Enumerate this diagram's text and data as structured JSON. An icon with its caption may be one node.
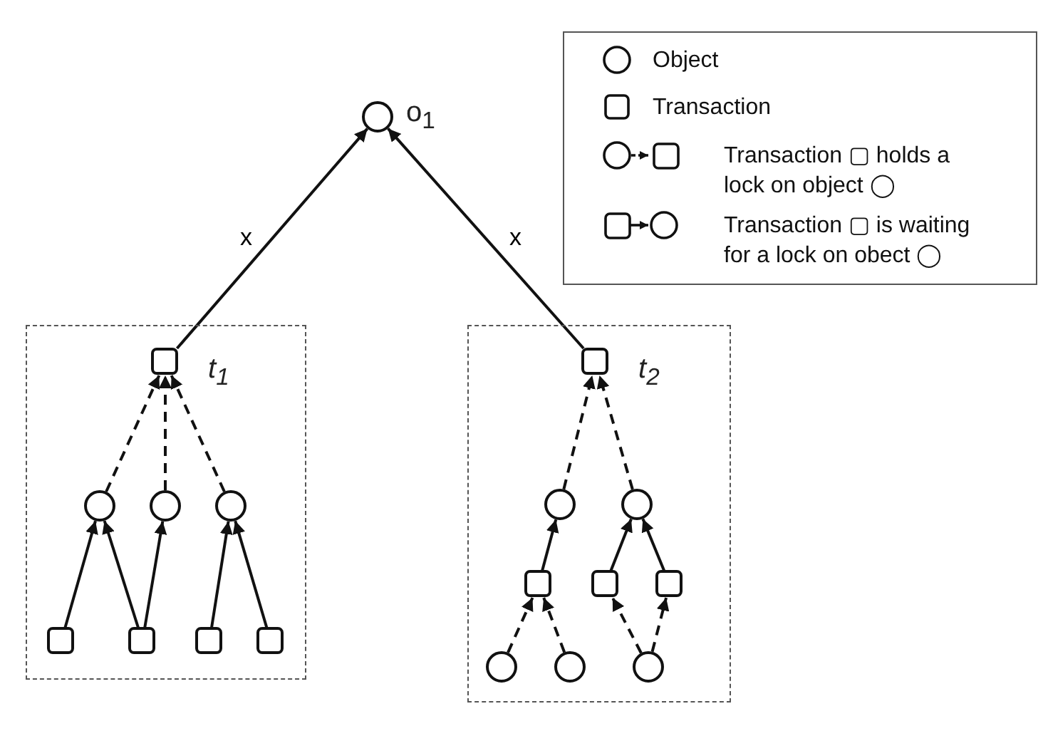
{
  "diagram": {
    "nodes": [
      {
        "text": [],
        "shape": "circle",
        "beside": [
          "o$_{1}$"
        ]
      },
      {
        "text": [],
        "shape": "box"
      },
      {
        "text": [],
        "shape": "box",
        "in": 1,
        "beside": [
          "t$_{1}$"
        ]
      },
      {
        "text": [],
        "shape": "circle",
        "in": 1
      },
      {
        "text": [],
        "shape": "circle",
        "in": 1
      },
      {
        "text": [],
        "shape": "circle",
        "in": 1
      },
      {
        "text": [],
        "shape": "box",
        "in": 1
      },
      {
        "text": [],
        "shape": "box",
        "in": 1
      },
      {
        "text": [],
        "shape": "box",
        "in": 1
      },
      {
        "text": [],
        "shape": "box",
        "in": 1
      },
      {
        "text": [],
        "shape": "box"
      },
      {
        "text": [],
        "shape": "box",
        "in": 10,
        "beside": [
          "t$_{2}$"
        ]
      },
      {
        "text": [],
        "shape": "circle",
        "in": 10
      },
      {
        "text": [],
        "shape": "circle",
        "in": 10
      },
      {
        "text": [],
        "shape": "box",
        "in": 10
      },
      {
        "text": [],
        "shape": "box",
        "in": 10
      },
      {
        "text": [],
        "shape": "box",
        "in": 10
      },
      {
        "text": [],
        "shape": "circle",
        "in": 10
      },
      {
        "text": [],
        "shape": "circle",
        "in": 10
      },
      {
        "text": [],
        "shape": "circle",
        "in": 10
      }
    ],
    "edges": [
      {
        "from": 2,
        "to": 0,
        "arrow": "to",
        "label": "x"
      },
      {
        "from": 11,
        "to": 0,
        "arrow": "to",
        "label": "x"
      },
      {
        "from": 3,
        "to": 2,
        "arrow": "to",
        "style": "dashed"
      },
      {
        "from": 4,
        "to": 2,
        "arrow": "to",
        "style": "dashed"
      },
      {
        "from": 5,
        "to": 2,
        "arrow": "to",
        "style": "dashed"
      },
      {
        "from": 6,
        "to": 3,
        "arrow": "to"
      },
      {
        "from": 7,
        "to": 3,
        "arrow": "to"
      },
      {
        "from": 7,
        "to": 4,
        "arrow": "to"
      },
      {
        "from": 8,
        "to": 5,
        "arrow": "to"
      },
      {
        "from": 9,
        "to": 5,
        "arrow": "to"
      },
      {
        "from": 12,
        "to": 11,
        "arrow": "to",
        "style": "dashed"
      },
      {
        "from": 13,
        "to": 11,
        "arrow": "to",
        "style": "dashed"
      },
      {
        "from": 14,
        "to": 12,
        "arrow": "to"
      },
      {
        "from": 15,
        "to": 13,
        "arrow": "to"
      },
      {
        "from": 16,
        "to": 13,
        "arrow": "to"
      },
      {
        "from": 17,
        "to": 14,
        "arrow": "to",
        "style": "dashed"
      },
      {
        "from": 18,
        "to": 14,
        "arrow": "to",
        "style": "dashed"
      },
      {
        "from": 19,
        "to": 15,
        "arrow": "to",
        "style": "dashed"
      },
      {
        "from": 19,
        "to": 16,
        "arrow": "to",
        "style": "dashed"
      }
    ],
    "legend": [
      {
        "text": "Object"
      },
      {
        "text": "Transaction"
      },
      {
        "text": "Transaction ▢ holds a lock on object ◯"
      },
      {
        "text": "Transaction ▢ is waiting for a lock on obect ◯"
      }
    ]
  }
}
